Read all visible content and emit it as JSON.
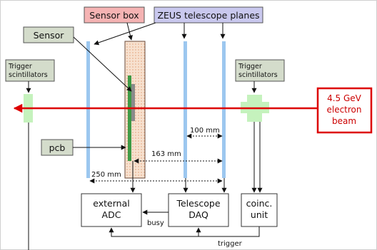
{
  "labels": {
    "sensor_box": "Sensor box",
    "telescope_planes": "ZEUS telescope planes",
    "sensor": "Sensor",
    "trigger_left_1": "Trigger",
    "trigger_left_2": "scintillators",
    "trigger_right_1": "Trigger",
    "trigger_right_2": "scintillators",
    "pcb": "pcb",
    "beam_1": "4.5 GeV",
    "beam_2": "electron",
    "beam_3": "beam",
    "adc_1": "external",
    "adc_2": "ADC",
    "daq_1": "Telescope",
    "daq_2": "DAQ",
    "coinc_1": "coinc.",
    "coinc_2": "unit",
    "busy": "busy",
    "trigger": "trigger"
  },
  "dimensions": {
    "d100": "100 mm",
    "d163": "163 mm",
    "d250": "250 mm"
  },
  "colors": {
    "beam": "#dd0000",
    "plane": "#9cc7ef",
    "label_box": "#d4dccb",
    "sensor_box_label": "#f5b3b3",
    "telescope_label": "#c9c8ee",
    "scintillator": "#c5f2bd",
    "pcb": "#3f9a45",
    "sensor": "#8a8a8a",
    "sensor_box_fill": "#f6dcc8"
  }
}
